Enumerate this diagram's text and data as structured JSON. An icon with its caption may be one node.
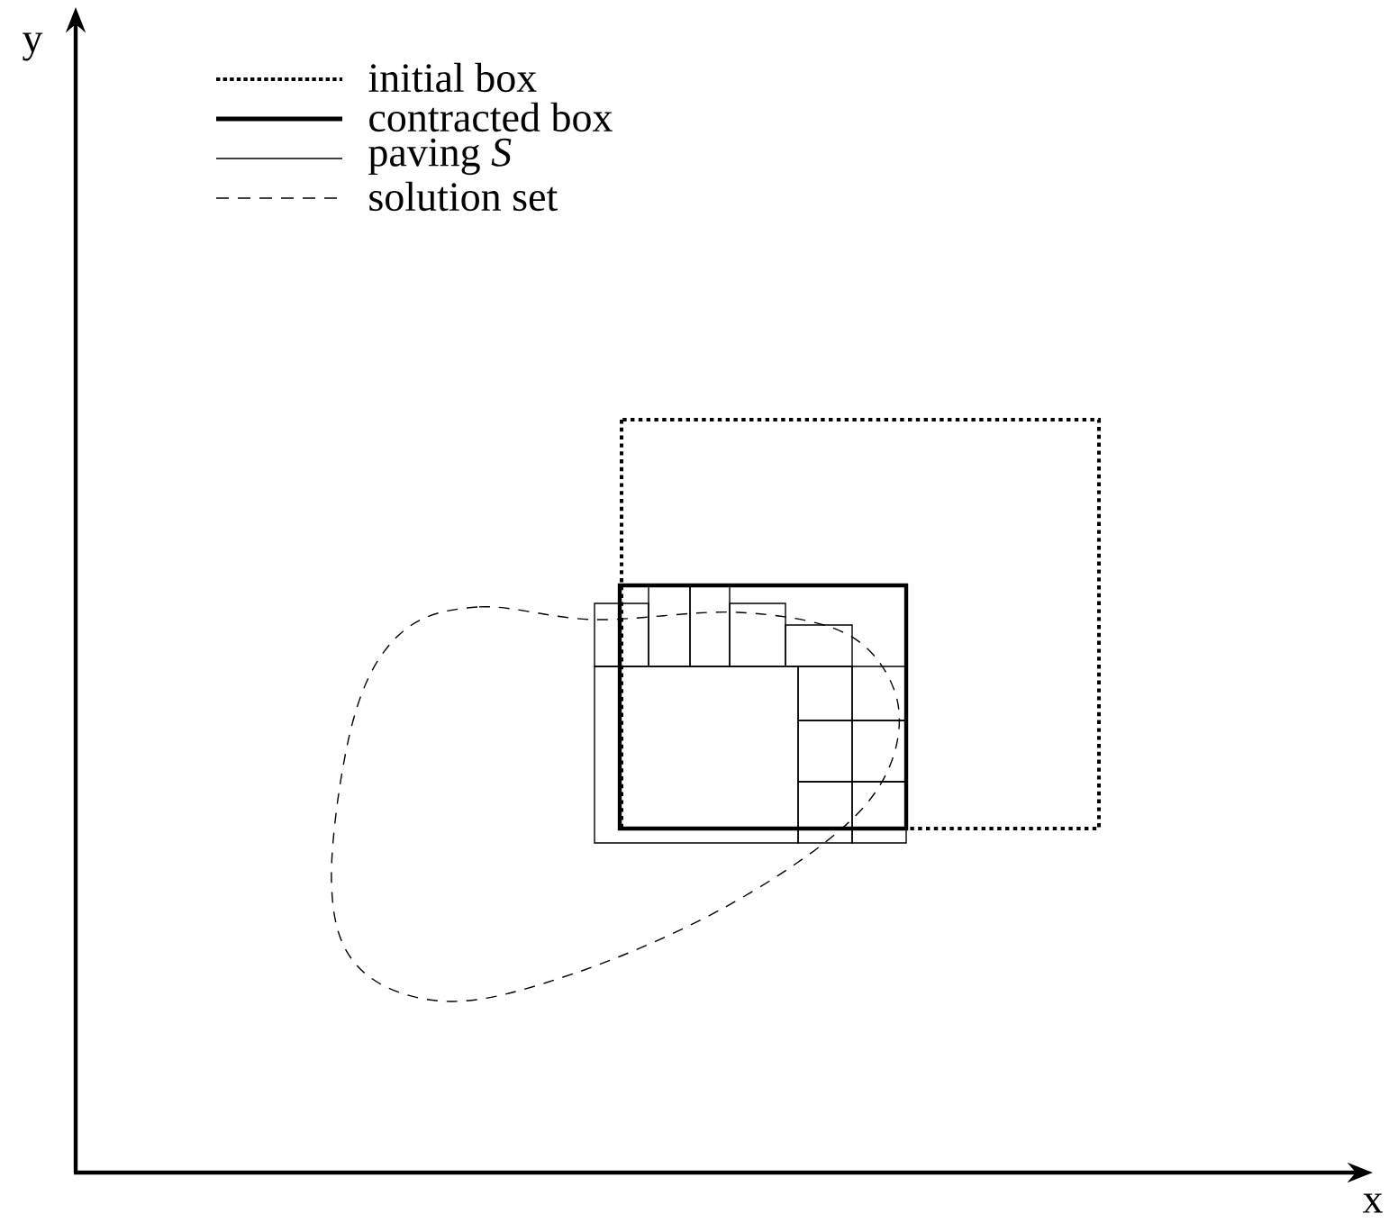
{
  "diagram": {
    "labels": [
      "y",
      "x"
    ],
    "legend": [
      {
        "text": "initial box"
      },
      {
        "text": "contracted box"
      },
      {
        "text": "paving *S*"
      },
      {
        "text": "solution set"
      }
    ]
  }
}
